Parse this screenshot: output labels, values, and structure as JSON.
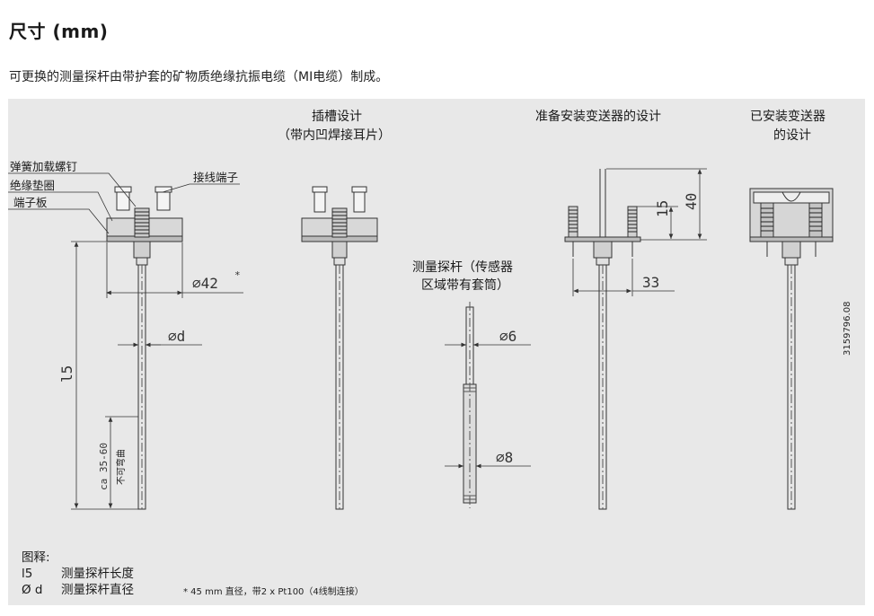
{
  "page": {
    "title": "尺寸 (mm)",
    "intro": "可更换的测量探杆由带护套的矿物质绝缘抗振电缆（MI电缆）制成。"
  },
  "diagram": {
    "labels": {
      "spring_screw": "弹簧加载螺钉",
      "insulating_washer": "绝缘垫圈",
      "terminal_board": "端子板",
      "terminal": "接线端子",
      "slot_line1": "插槽设计",
      "slot_line2": "（带内凹焊接耳片）",
      "prep_transmitter": "准备安装变送器的设计",
      "installed_line1": "已安装变送器",
      "installed_line2": "的设计",
      "probe_line1": "测量探杆（传感器",
      "probe_line2": "区域带有套筒）",
      "no_bend": "不可弯曲"
    },
    "dimensions": {
      "d42": "⌀42",
      "star": "*",
      "d": "⌀d",
      "l5": "l5",
      "ca": "ca 35-60",
      "d6": "⌀6",
      "d8": "⌀8",
      "d15": "15",
      "d40": "40",
      "d33": "33"
    },
    "figure_number": "3159796.08"
  },
  "legend": {
    "heading": "图释:",
    "items": [
      {
        "symbol": "l5",
        "text": "测量探杆长度"
      },
      {
        "symbol": "Ø d",
        "text": "测量探杆直径"
      }
    ],
    "footnote": "* 45 mm 直径，带2 x Pt100（4线制连接）"
  }
}
